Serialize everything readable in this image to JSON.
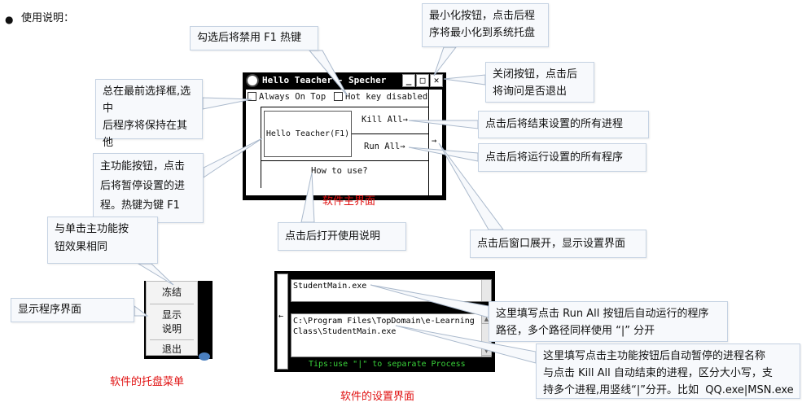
{
  "intro": {
    "bullet": "●",
    "text": "使用说明："
  },
  "callouts": {
    "f1_disable": "勾选后将禁用 F1 热键",
    "minimize": "最小化按钮，点击后程\n序将最小化到系统托盘",
    "always_on_top": "总在最前选择框,选中\n后程序将保持在其他\n程序的前面,不被遮挡",
    "close": "关闭按钮，点击后\n将询问是否退出",
    "kill_all": "点击后将结束设置的所有进程",
    "run_all": "点击后将运行设置的所有程序",
    "main_button": "主功能按钮，点击\n后将暂停设置的进\n程。热键为键 F1",
    "how_to_use": "点击后打开使用说明",
    "expand": "点击后窗口展开，显示设置界面",
    "same_as_main": "与单击主功能按\n钮效果相同",
    "show_ui": "显示程序界面",
    "run_path": "这里填写点击 Run All 按钮后自动运行的程序\n路径，多个路径同样使用 “|” 分开",
    "kill_names": "这里填写点击主功能按钮后自动暂停的进程名称\n与点击 Kill All 自动结束的进程，区分大小写，支\n持多个进程,用竖线“|”分开。比如  QQ.exe|MSN.exe"
  },
  "captions": {
    "main_ui": "软件主界面",
    "tray_menu": "软件的托盘菜单",
    "settings_ui": "软件的设置界面"
  },
  "main_window": {
    "title": "Hello Teacher - Specher",
    "minimize": "_",
    "maximize": "□",
    "close": "✕",
    "always_on_top": "Always On Top",
    "hotkey_disabled": "Hot key disabled",
    "main_button": "Hello Teacher(F1)",
    "kill_all": "Kill All→",
    "run_all": "Run All→",
    "how_to_use": "How to use?",
    "expand_arrow": "→"
  },
  "tray": {
    "items": [
      "冻结",
      "显示\n说明",
      "退出"
    ]
  },
  "settings_window": {
    "collapse_arrow": "←",
    "kill_field": "StudentMain.exe",
    "run_field": "C:\\Program Files\\TopDomain\\e-Learning\nClass\\StudentMain.exe",
    "tips": "Tips:use \"|\" to separate Process"
  }
}
